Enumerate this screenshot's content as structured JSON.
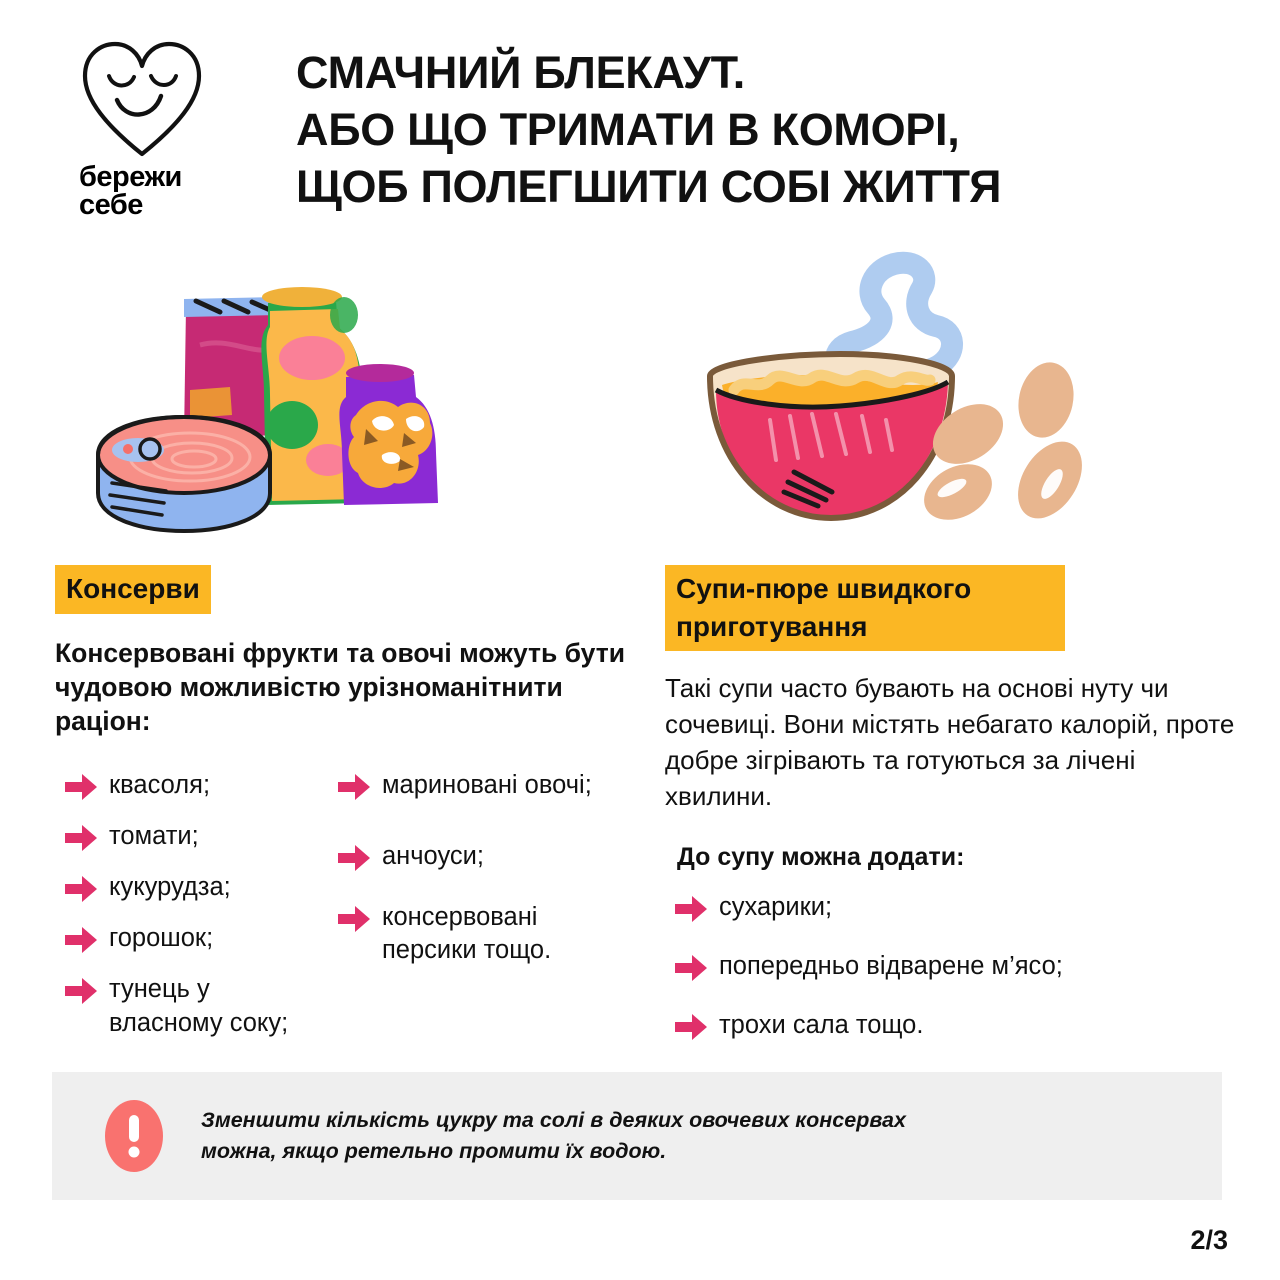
{
  "brand": {
    "logo_icon": "smiling-heart-icon",
    "caption_line1": "бережи",
    "caption_line2": "себе"
  },
  "header": {
    "title_line1": "СМАЧНИЙ БЛЕКАУТ.",
    "title_line2": "АБО ЩО ТРИМАТИ В КОМОРІ,",
    "title_line3": "ЩОБ ПОЛЕГШИТИ СОБІ ЖИТТЯ"
  },
  "illustrations": {
    "left_icon": "canned-goods-illustration",
    "right_icon": "soup-bowl-with-beans-illustration"
  },
  "sections": [
    {
      "tag": "Консерви",
      "intro": "Консервовані фрукти та овочі можуть бути чудовою можливістю урізноманітнити раціон:",
      "list_a": [
        "квасоля;",
        "томати;",
        "кукурудза;",
        "горошок;",
        "тунець у власному соку;"
      ],
      "list_b": [
        "мариновані овочі;",
        "анчоуси;",
        "консервовані персики тощо."
      ]
    },
    {
      "tag": "Супи-пюре швидкого приготування",
      "intro": "Такі супи часто бувають на основі нуту чи сочевиці. Вони містять небагато калорій, проте добре зігрівають та готуються за лічені хвилини.",
      "subheading": "До супу можна додати:",
      "list": [
        "сухарики;",
        "попередньо відварене м’ясо;",
        "трохи сала тощо."
      ]
    }
  ],
  "note": {
    "icon": "exclamation-circle-icon",
    "line1": "Зменшити кількість цукру та солі в деяких овочевих консервах",
    "line2": "можна, якщо ретельно промити їх водою."
  },
  "footer": {
    "page": "2/3"
  },
  "colors": {
    "highlight": "#fbb724",
    "bullet_arrow": "#e0306a",
    "note_bg": "#efefef",
    "note_icon": "#f9726f",
    "text": "#111111"
  }
}
